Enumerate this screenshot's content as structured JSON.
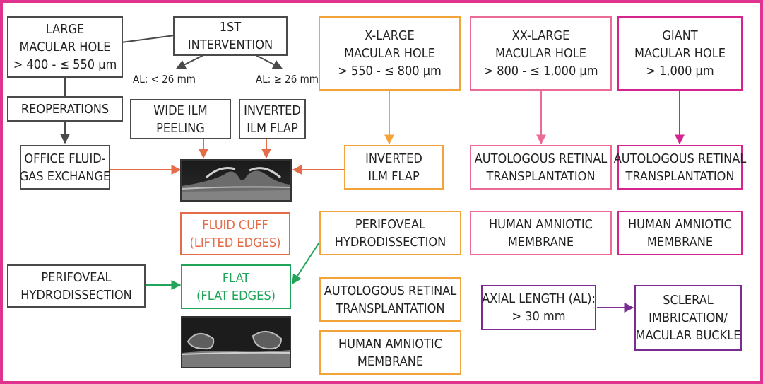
{
  "boxes": {
    "large": [
      "LARGE",
      "MACULAR HOLE",
      "> 400 - ≤ 550 µm"
    ],
    "intervention": [
      "1ST",
      "INTERVENTION"
    ],
    "xlarge": [
      "X-LARGE",
      "MACULAR HOLE",
      "> 550 - ≤ 800 µm"
    ],
    "xxlarge": [
      "XX-LARGE",
      "MACULAR HOLE",
      "> 800 - ≤ 1,000 µm"
    ],
    "giant": [
      "GIANT",
      "MACULAR HOLE",
      "> 1,000 µm"
    ],
    "reoperations": [
      "REOPERATIONS"
    ],
    "wide_ilm": [
      "WIDE ILM",
      "PEELING"
    ],
    "inverted_ilm_gray": [
      "INVERTED",
      "ILM FLAP"
    ],
    "office_fluid": [
      "OFFICE FLUID-",
      "GAS EXCHANGE"
    ],
    "inverted_ilm_orange": [
      "INVERTED",
      "ILM FLAP"
    ],
    "autologous_pink": [
      "AUTOLOGOUS RETINAL",
      "TRANSPLANTATION"
    ],
    "autologous_mag": [
      "AUTOLOGOUS RETINAL",
      "TRANSPLANTATION"
    ],
    "fluid_cuff": [
      "FLUID CUFF",
      "(LIFTED EDGES)"
    ],
    "perifoveal_orange": [
      "PERIFOVEAL",
      "HYDRODISSECTION"
    ],
    "amniotic_pink": [
      "HUMAN AMNIOTIC",
      "MEMBRANE"
    ],
    "amniotic_mag": [
      "HUMAN AMNIOTIC",
      "MEMBRANE"
    ],
    "perifoveal_gray": [
      "PERIFOVEAL",
      "HYDRODISSECTION"
    ],
    "flat": [
      "FLAT",
      "(FLAT EDGES)"
    ],
    "autologous_orange": [
      "AUTOLOGOUS RETINAL",
      "TRANSPLANTATION"
    ],
    "axial_length": [
      "AXIAL LENGTH (AL):",
      "> 30 mm"
    ],
    "scleral": [
      "SCLERAL",
      "IMBRICATION/",
      "MACULAR BUCKLE"
    ],
    "amniotic_orange": [
      "HUMAN AMNIOTIC",
      "MEMBRANE"
    ]
  },
  "labels": {
    "al_less": "AL: < 26 mm",
    "al_greater": "AL: ≥ 26 mm"
  },
  "colors": {
    "frame": "#e0338f",
    "gray": "#4a4a4a",
    "orange": "#f2a33a",
    "pink": "#ea6b98",
    "magenta": "#d6248f",
    "purple": "#7a2d8f",
    "red": "#e56c48",
    "green": "#22a55a"
  }
}
